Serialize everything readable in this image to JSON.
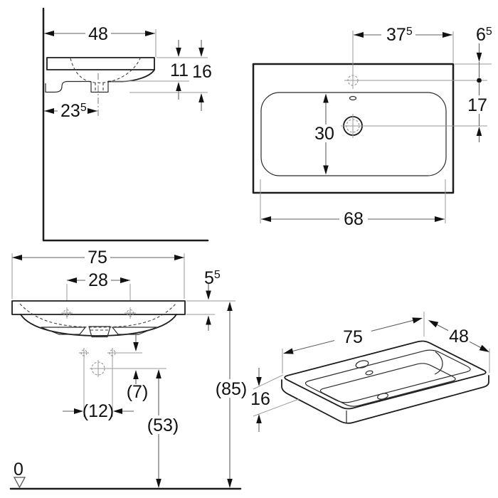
{
  "colors": {
    "object_line": "#1c1c1c",
    "dimension_line": "#5f5f5f",
    "extension_line": "#9a9a9a",
    "background": "#ffffff"
  },
  "views": {
    "side_section": {
      "dims": {
        "width": {
          "v": "48"
        },
        "height_to_trap": {
          "v": "11"
        },
        "height_overall": {
          "v": "16"
        },
        "trap_from_wall": {
          "v": "23",
          "sup": "5"
        }
      }
    },
    "plan": {
      "dims": {
        "tap_to_edge": {
          "v": "37",
          "sup": "5"
        },
        "tap_from_back": {
          "v": "6",
          "sup": "5"
        },
        "tap_to_drain": {
          "v": "17"
        },
        "bowl_depth": {
          "v": "30"
        },
        "bowl_width": {
          "v": "68"
        }
      }
    },
    "front": {
      "dims": {
        "width": {
          "v": "75"
        },
        "fixing_hole_spacing": {
          "v": "28"
        },
        "apron_height": {
          "v": "5",
          "sup": "5"
        },
        "trap_below_basin": {
          "v": "(7)"
        },
        "trap_offset": {
          "v": "(12)"
        },
        "trap_height": {
          "v": "(53)"
        },
        "rim_height": {
          "v": "(85)"
        },
        "floor_level": {
          "v": "0"
        }
      }
    },
    "isometric": {
      "dims": {
        "width": {
          "v": "75"
        },
        "depth": {
          "v": "48"
        },
        "height": {
          "v": "16"
        }
      }
    }
  }
}
